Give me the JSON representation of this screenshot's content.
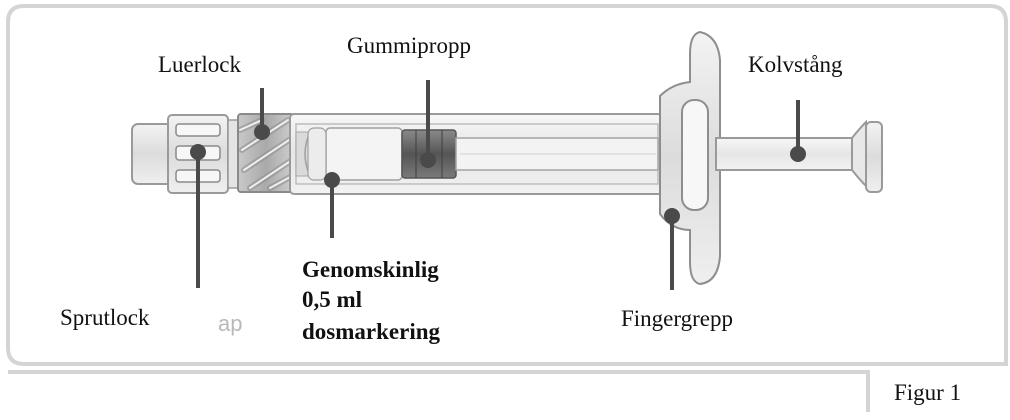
{
  "labels": {
    "luerlock": "Luerlock",
    "gummipropp": "Gummipropp",
    "kolvstang": "Kolvstång",
    "sprutlock": "Sprutlock",
    "genomskinlig_line1": "Genomskinlig",
    "genomskinlig_line2": "0,5 ml",
    "genomskinlig_line3": "dosmarkering",
    "fingergrepp": "Fingergrepp",
    "ghost_text": "ap",
    "figure_caption": "Figur 1"
  },
  "colors": {
    "frame": "#d4d4d4",
    "leader": "#4a4a4a",
    "syringe_outline": "#9a9a9a",
    "syringe_fill": "#efefef",
    "stopper": "#6a6a6a"
  }
}
